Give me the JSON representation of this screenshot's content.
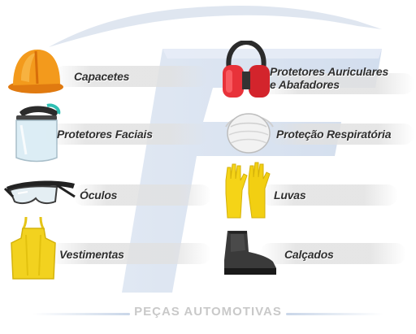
{
  "brand": {
    "footer_text": "PEÇAS AUTOMOTIVAS",
    "logo_color": "#c9d6e8",
    "logo_accent": "#a9bcd6",
    "label_color": "#2f2f2f"
  },
  "left_column": [
    {
      "label": "Capacetes",
      "icon": "hard-hat-icon"
    },
    {
      "label": "Protetores Faciais",
      "icon": "face-shield-icon"
    },
    {
      "label": "Óculos",
      "icon": "safety-glasses-icon"
    },
    {
      "label": "Vestimentas",
      "icon": "apron-icon"
    }
  ],
  "right_column": [
    {
      "label_line1": "Protetores Auriculares",
      "label_line2": "e Abafadores",
      "icon": "ear-muffs-icon"
    },
    {
      "label": "Proteção Respiratória",
      "icon": "respirator-mask-icon"
    },
    {
      "label": "Luvas",
      "icon": "gloves-icon"
    },
    {
      "label": "Calçados",
      "icon": "safety-boot-icon"
    }
  ]
}
